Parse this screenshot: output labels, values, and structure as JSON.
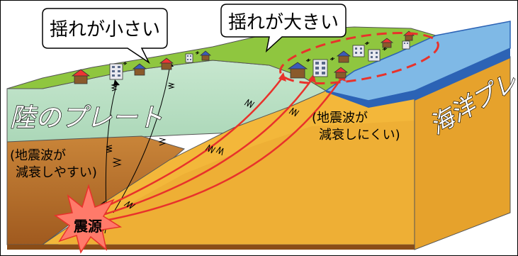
{
  "labels": {
    "shaking_small": "揺れが小さい",
    "shaking_large": "揺れが大きい",
    "land_plate": "陸のプレート",
    "ocean_plate": "海洋プレート",
    "attenuates_easily_line1": "(地震波が",
    "attenuates_easily_line2": "減衰しやすい)",
    "attenuates_hardly_line1": "(地震波が",
    "attenuates_hardly_line2": "減衰しにくい)",
    "epicenter": "震源"
  },
  "colors": {
    "ground_surface": "#8fc63f",
    "land_plate": "#bfe3c8",
    "land_plate_deep": "#b86f2a",
    "ocean_plate": "#f3b73a",
    "ocean_plate_side": "#e6a22c",
    "sea": "#7fb9e6",
    "sea_edge": "#2c63b5",
    "wave_path_strong": "#e8322b",
    "wave_path_weak": "#000000",
    "highlight_ellipse": "#e8322b",
    "epicenter_burst": "#ff7a6a"
  },
  "icons": [
    "house-icon",
    "building-icon",
    "seismic-wave-icon",
    "epicenter-burst-icon"
  ]
}
